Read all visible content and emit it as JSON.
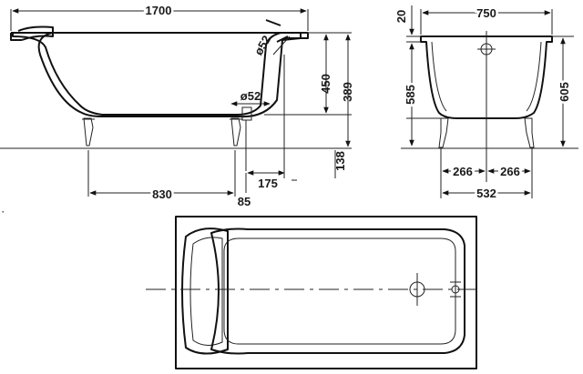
{
  "side_view": {
    "length": "1700",
    "depth": "450",
    "overall_height": "389",
    "leg_height": "138",
    "overflow_diameter": "ø52",
    "drain_diameter": "ø52",
    "drain_offset": "830",
    "drain_to_end": "85",
    "overflow_to_end": "175"
  },
  "end_view": {
    "rim_height": "20",
    "width": "750",
    "inner_depth": "585",
    "total_height": "605",
    "half_left": "266",
    "half_right": "266",
    "leg_span": "532"
  },
  "plan_view": {}
}
